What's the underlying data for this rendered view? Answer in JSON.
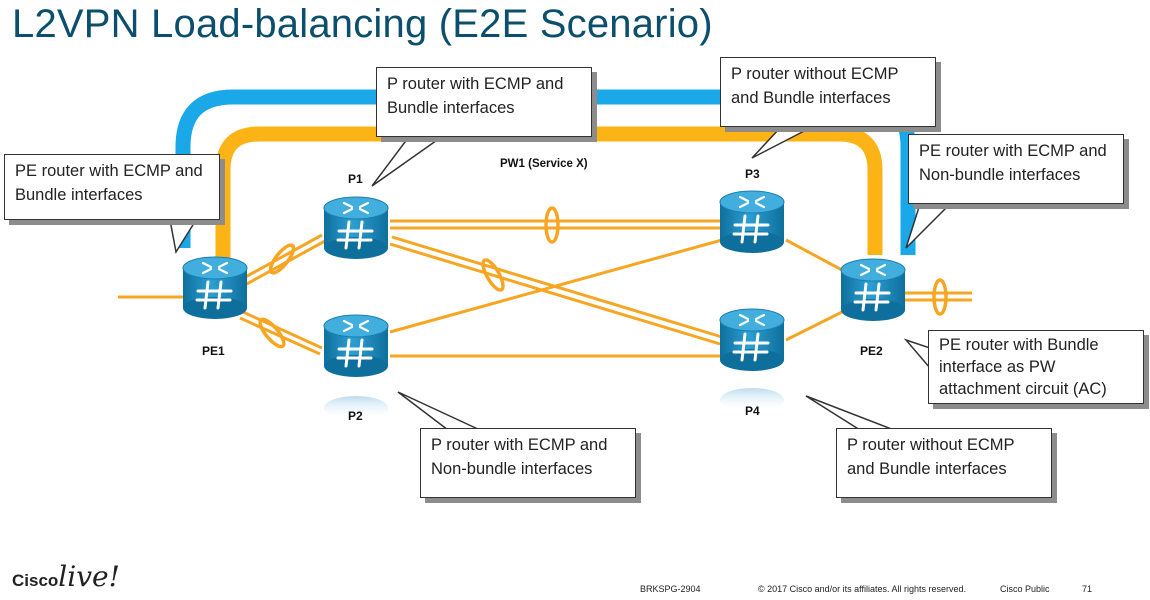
{
  "title": "L2VPN Load-balancing (E2E Scenario)",
  "pw_label": "PW1 (Service X)",
  "routers": {
    "pe1": "PE1",
    "pe2": "PE2",
    "p1": "P1",
    "p2": "P2",
    "p3": "P3",
    "p4": "P4"
  },
  "callouts": {
    "pe1": "PE router with ECMP and Bundle interfaces",
    "p1": "P router with ECMP and Bundle interfaces",
    "p3": "P router without ECMP and Bundle interfaces",
    "pe2_top": "PE router with ECMP and Non-bundle interfaces",
    "pe2_bottom": "PE router with Bundle interface as PW attachment circuit (AC)",
    "p2": "P router with ECMP and Non-bundle interfaces",
    "p4": "P router without ECMP and Bundle interfaces"
  },
  "colors": {
    "title": "#0b4f6c",
    "blue_path": "#1aa8e8",
    "orange_path": "#fbb316",
    "link": "#f6a623",
    "router": "#1f8fc1"
  },
  "footer": {
    "session": "BRKSPG-2904",
    "copyright": "© 2017 Cisco and/or its affiliates. All rights reserved.",
    "classification": "Cisco Public",
    "page": "71"
  },
  "logo": {
    "brand": "Cisco",
    "event": "live!"
  }
}
